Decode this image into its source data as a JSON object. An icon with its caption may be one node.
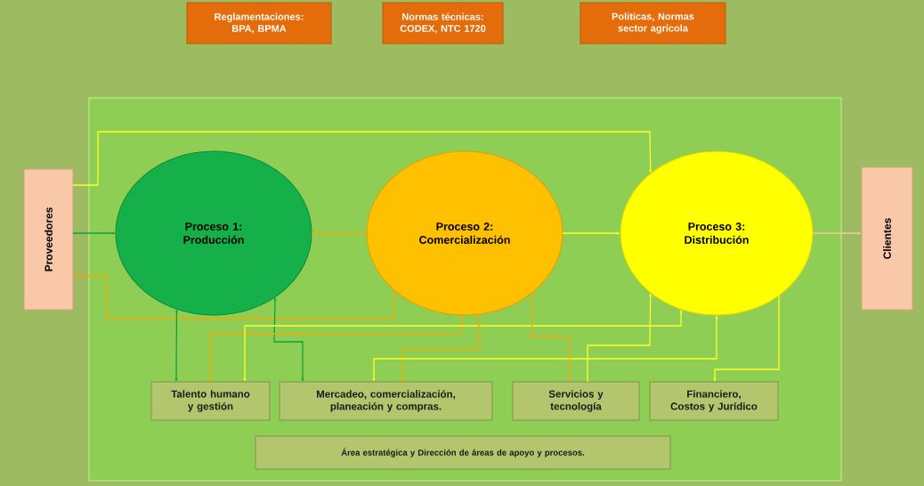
{
  "diagram": {
    "nodes": [
      {
        "text": [
          "Reglamentaciones: BPA, BPMA"
        ]
      },
      {
        "text": [
          "Normas técnicas: CODEX, NTC 1720"
        ]
      },
      {
        "text": [
          "Politicas, Normas sector agrícola"
        ]
      },
      {
        "text": [
          "Proveedores"
        ]
      },
      {
        "text": [
          "Proceso 1: Producción"
        ]
      },
      {
        "text": [
          "Proceso 2: Comercialización"
        ]
      },
      {
        "text": [
          "Proceso 3: Distribución"
        ]
      },
      {
        "text": [
          "Clientes"
        ]
      },
      {
        "text": [
          "Talento humano y gestión"
        ]
      },
      {
        "text": [
          "Mercadeo, comercialización, planeación y compras."
        ]
      },
      {
        "text": [
          "Servicios y tecnología"
        ]
      },
      {
        "text": [
          "Financiero, Costos y Jurídico"
        ]
      },
      {
        "text": [
          "Área estratégica y Dirección de áreas de apoyo y procesos."
        ]
      }
    ],
    "edges": [
      {
        "from": 3,
        "to": 6,
        "arrow": "to"
      },
      {
        "from": 3,
        "to": 4,
        "arrow": "to",
        "color": "#10a040"
      },
      {
        "from": 3,
        "to": 5,
        "arrow": "none",
        "color": "#f5a800"
      },
      {
        "from": 4,
        "to": 5,
        "arrow": "to",
        "color": "#f5a800"
      },
      {
        "from": 5,
        "to": 6,
        "arrow": "to"
      },
      {
        "from": 6,
        "to": 7,
        "arrow": "to",
        "color": "#f8c8a0"
      },
      {
        "from": 4,
        "to": 8,
        "arrow": "both",
        "color": "#10a040"
      },
      {
        "from": 4,
        "to": 9,
        "arrow": "both",
        "color": "#10a040"
      },
      {
        "from": 5,
        "to": 8,
        "arrow": "both",
        "color": "#f5a800"
      },
      {
        "from": 6,
        "to": 8,
        "arrow": "both"
      },
      {
        "from": 5,
        "to": 9,
        "arrow": "both",
        "color": "#f5a800"
      },
      {
        "from": 6,
        "to": 9,
        "arrow": "both"
      },
      {
        "from": 5,
        "to": 10,
        "arrow": "to",
        "color": "#f5a800"
      },
      {
        "from": 10,
        "to": 6,
        "arrow": "to"
      },
      {
        "from": 6,
        "to": 11,
        "arrow": "to"
      }
    ]
  }
}
